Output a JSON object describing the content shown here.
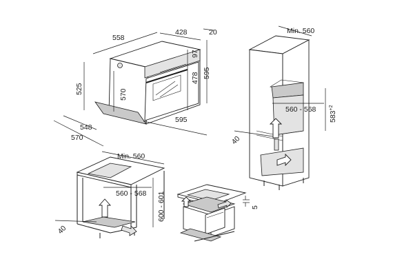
{
  "figures": {
    "oven": {
      "depth_total": "558",
      "width_top": "428",
      "offset": "20",
      "height_left": "525",
      "depth_left": "548",
      "depth_bottom": "570",
      "height_inner": "570",
      "panel": "97",
      "height_front": "478",
      "height_total": "595",
      "width_front": "595"
    },
    "column": {
      "min_depth": "Min. 560",
      "niche_width": "560 - 568",
      "niche_height": "583",
      "niche_height_tol": "+2",
      "vent": "40"
    },
    "under_counter": {
      "min_depth": "Min. 560",
      "niche_width": "560 - 568",
      "niche_height": "600 - 601",
      "vent": "40"
    },
    "hob": {
      "gap": "5"
    }
  },
  "colors": {
    "line": "#1a1a1a",
    "fill_dark": "#c9c9c9",
    "fill_light": "#e3e3e3"
  }
}
